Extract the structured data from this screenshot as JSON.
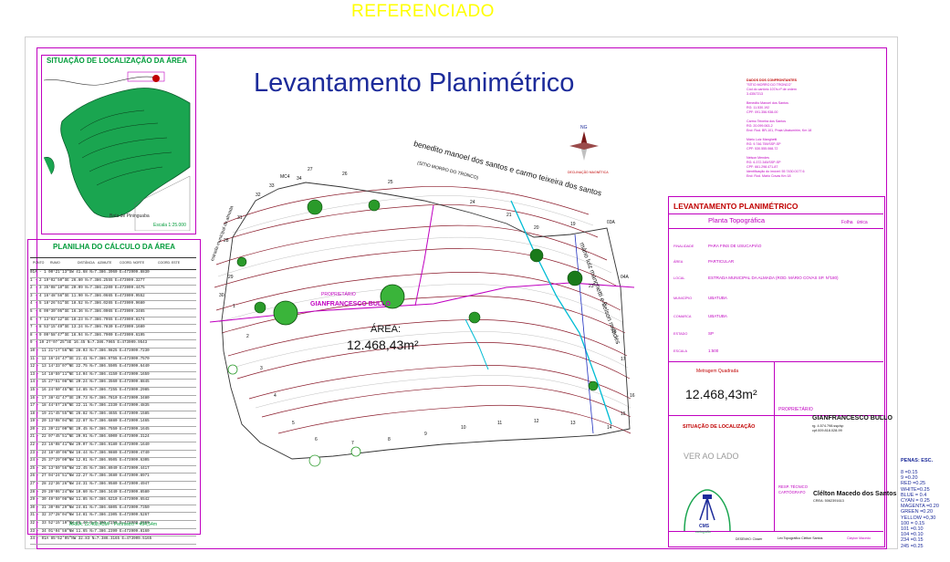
{
  "top_label": "REFERENCIADO",
  "main_title": "Levantamento Planimétrico",
  "location_box": {
    "title": "SITUAÇÃO DE LOCALIZAÇÃO DA ÁREA",
    "bay_label": "Baía de Pininguaba",
    "scale": "Escala 1:25.000"
  },
  "area_table": {
    "title": "PLANILHA DO CÁLCULO DA ÁREA",
    "headers": [
      "PONTO",
      "RUMO",
      "DISTÂNCIA",
      "AZIMUTE",
      "COORD. NORTE",
      "COORD. ESTE"
    ],
    "rows": [
      "01A - 1  00°21'13\"SW  41.68  N=7.386.3960  E=473909.8830",
      "1 - 2    19°02'50\"SE  26.80  N=7.386.2555  E=473909.3277",
      "2 - 3    35°08'10\"SE  20.09  N=7.386.2200  E=473909.4475",
      "3 - 4    16°48'56\"SE  11.90  N=7.386.0665  E=473909.9552",
      "4 - 5    18°26'51\"SE  18.52  N=7.386.0265  E=473909.9680",
      "5 - 6    09°30'05\"SE  16.36  N=7.386.0065  E=473909.3465",
      "6 - 7    13°03'12\"SE  18.23  N=7.386.7055  E=473909.8174",
      "7 - 8    53°15'49\"SE  13.24  N=7.386.7830  E=473909.1680",
      "8 - 9    09°58'47\"SE  16.94  N=7.386.7900  E=473909.6195",
      "9 - 10   27°07'25\"SE  16.45  N=7.386.7965  E=473909.9543",
      "10 - 11  21°17'56\"NE  28.03  N=7.386.9825  E=473909.7230",
      "11 - 12  16°24'47\"SE  21.41  N=7.386.9755  E=473909.7570",
      "12 - 13  14°33'07\"NE  22.75  N=7.386.5505  E=473909.6440",
      "13 - 14  18°59'11\"NE  14.04  N=7.386.4150  E=473909.1659",
      "14 - 15  27°51'08\"NE  20.24  N=7.386.3560  E=473909.8845",
      "15 - 16  24°50'45\"NE  14.85  N=7.386.7255  E=473909.2985",
      "16 - 17  38°42'47\"SE  20.73  N=7.386.7810  E=473909.3480",
      "17 - 18  44°57'26\"NE  22.11  N=7.386.2330  E=473909.4835",
      "18 - 19  21°45'55\"NE  26.82  N=7.386.4655  E=473909.1585",
      "19 - 20  13°08'04\"NE  22.87  N=7.386.6880  E=473909.1465",
      "20 - 21  39°22'00\"NE  20.45  N=7.386.7550  E=473909.1645",
      "21 - 22  07°45'51\"NE  20.91  N=7.386.6000  E=473909.3124",
      "22 - 23  16°08'41\"NW  29.07  N=7.386.9180  E=473909.1640",
      "23 - 24  18°40'06\"NW  16.44  N=7.386.9880  E=473909.4740",
      "24 - 25  37°29'00\"NW  12.01  N=7.386.9505  E=473909.6305",
      "25 - 26  13°59'56\"NW  22.45  N=7.386.8040  E=473909.4417",
      "26 - 27  04°24'51\"NW  22.27  N=7.386.3680  E=473909.8971",
      "27 - 28  22°36'26\"NW  24.31  N=7.386.9580  E=473909.4947",
      "28 - 29  20°06'24\"NW  10.60  N=7.386.3440  E=473909.8580",
      "29 - 30  49°59'08\"NW  11.85  N=7.386.6210  E=473909.6542",
      "30 - 31  30°08'29\"NW  24.81  N=7.386.6805  E=473909.7350",
      "31 - 32  37°28'04\"NW  14.81  N=7.386.2305  E=473909.5267",
      "32 - 33  52°15'10\"NW  26.43  N=7.386.7250  E=473909.2960",
      "33 - 34  01°04'58\"NW  11.65  N=7.386.2390  E=473909.8160",
      "34 - 01A 85°52'05\"NW  32.83  N=7.386.3165  E=473909.5165"
    ],
    "footer": "ÁREA: 12.468,43M²  -  Perímetro = 494,54m"
  },
  "map": {
    "road_label": "benedito manoel dos santos  e  carmo teixeira dos santos",
    "road_sub": "(SÍTIO MORRO DO TRONCO)",
    "right_label": "mário luiz manghetti e nelson mendes",
    "left_label": "estrada municipal da almada",
    "owner_label": "PROPRIETÁRIO",
    "owner_name": "GIANFRANCESCO BULLO",
    "area_label": "ÁREA:",
    "area_value": "12.468,43m²",
    "point_labels": [
      "MC4",
      "27",
      "26",
      "25",
      "24",
      "21",
      "20",
      "19",
      "03A",
      "04A",
      "1",
      "2",
      "3",
      "4",
      "5",
      "6",
      "7",
      "8",
      "9",
      "10",
      "11",
      "12",
      "13",
      "14",
      "15",
      "16",
      "17",
      "18",
      "22",
      "23",
      "28",
      "29",
      "30",
      "31",
      "32",
      "33",
      "34"
    ]
  },
  "owners_block": {
    "heading": "DADOS DOS CONFRONTANTES",
    "lines": [
      "\"SÍTIO MORRO DO TRONCO\"",
      "Cód do cartório 107/s nº de ordem",
      "3.435/7213",
      "",
      "Benedito Manoel dos Santos",
      "RG: 11.530.192",
      "CPF: 091.356.938-00",
      "",
      "Carmo Teixeira dos Santos",
      "RG: 20.099.063-2",
      "End: Rod. BR-101, Praia Ubatumirim, Km 18",
      "",
      "Mário Luiz Manghetti",
      "RG: 9.746.759/SSP-SP",
      "CPF: 530.555.068-72",
      "",
      "Nelson Mendes",
      "RG: 6.372.345/SSP-SP",
      "CPF: 661.298.471-87",
      "Identificação do imóvel: 55 7430.0177.6",
      "End: Rod. Mário Covas Km 18"
    ]
  },
  "north": {
    "label": "NG",
    "caption": "DECLINAÇÃO MAGNÉTICA"
  },
  "panel": {
    "title": "LEVANTAMENTO PLANIMÉTRICO",
    "subtitle": "Planta Topográfica",
    "folha_label": "Folha",
    "folha_value": "única",
    "fields": [
      {
        "label": "FINALIDADE",
        "value": "PARA FINS DE USUCAPIÃO"
      },
      {
        "label": "ÁREA",
        "value": "PARTICULAR"
      },
      {
        "label": "LOCAL",
        "value": "ESTRADA MUNICIPAL DA ALMADA (ROD. MÁRIO COVAS SP. Nº180)"
      },
      {
        "label": "MUNICÍPIO",
        "value": "UBATUBA"
      },
      {
        "label": "COMARCA",
        "value": "UBATUBA"
      },
      {
        "label": "ESTADO",
        "value": "SP"
      },
      {
        "label": "ESCALA",
        "value": "1:500"
      }
    ],
    "metragem_label": "Metragem Quadrada",
    "metragem_value": "12.468,43m²",
    "situacao_label": "SITUAÇÃO DE LOCALIZAÇÃO",
    "ver_ao_lado": "VER AO LADO",
    "proprietario_label": "PROPRIETÁRIO",
    "proprietario_name": "GIANFRANCESCO BULLO",
    "proprietario_rg": "rg. 4.574.798.ssp/sp",
    "proprietario_cpf": "cpf.009.818.028-99",
    "resp_label_1": "RESP. TÉCNICO",
    "resp_label_2": "CARTÓGRAFO",
    "resp_name": "Clélton Macedo dos Santos",
    "resp_crea": "CREA: 5062391613",
    "logo_text": "CMS",
    "logo_sub": "cartografia",
    "desenho": "DESENHO: Clower",
    "footer_left": "Lev.Topográfico Clélton Santos",
    "footer_right": "Clayton Macedo"
  },
  "pens": {
    "title": "PENAS: ESC.",
    "lines": [
      "8       =0.15",
      "9       =0.20",
      "RED     =0.25",
      "WHITE=0.25",
      "BLUE = 0.4",
      "CYAN = 0.25",
      "MAGENTA =0.20",
      "GREEN =0.20",
      "YELLOW =0,30",
      "100     = 0.15",
      "101     =0.10",
      "104     =0.10",
      "234     =0.15",
      "245 =0.25"
    ]
  }
}
